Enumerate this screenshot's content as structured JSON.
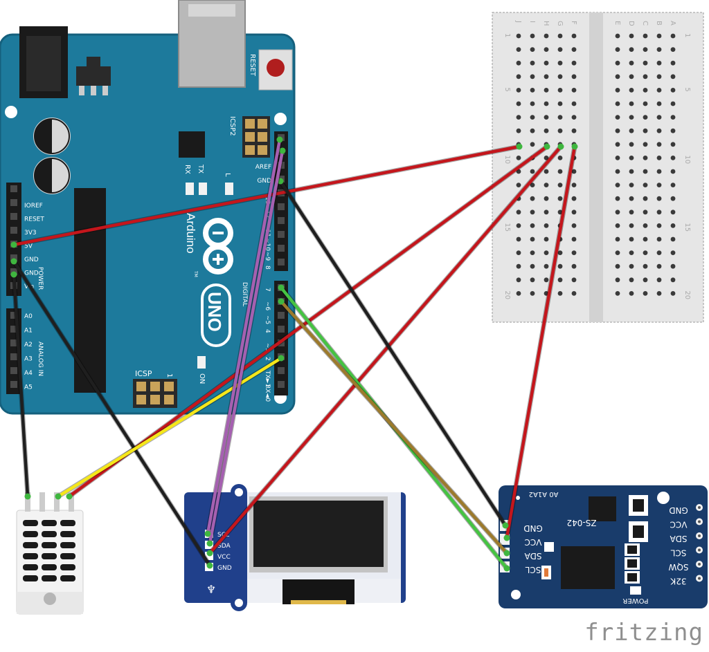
{
  "arduino": {
    "name": "UNO",
    "brand": "Arduino",
    "trademark": "TM",
    "reset_label": "RESET",
    "icsp2_label": "ICSP2",
    "icsp_label": "ICSP",
    "icsp_pin1": "1",
    "aref_label": "AREF",
    "gnd_label": "GND",
    "led_tx": "TX",
    "led_rx": "RX",
    "led_l": "L",
    "led_on": "ON",
    "power_header": [
      "IOREF",
      "RESET",
      "3V3",
      "5V",
      "GND",
      "GND",
      "Vin"
    ],
    "power_title": "POWER",
    "analog_header": [
      "A0",
      "A1",
      "A2",
      "A3",
      "A4",
      "A5"
    ],
    "analog_title": "ANALOG IN",
    "digital_title": "DIGITAL",
    "digital_top": [
      "13",
      "12",
      "~11",
      "~10",
      "~9",
      "8"
    ],
    "digital_bottom": [
      "7",
      "~6",
      "~5",
      "4",
      "~3",
      "2",
      "TX►1",
      "RX◄0"
    ]
  },
  "breadboard": {
    "cols_left": [
      "J",
      "I",
      "H",
      "G",
      "F"
    ],
    "cols_right": [
      "E",
      "D",
      "C",
      "B",
      "A"
    ],
    "row_numbers": [
      "1",
      "5",
      "10",
      "15",
      "20"
    ]
  },
  "oled": {
    "pins": [
      "SCL",
      "SDA",
      "VCC",
      "GND"
    ]
  },
  "rtc": {
    "model": "ZS-042",
    "addr_label": "A0 A1A2",
    "left_pins": [
      "GND",
      "VCC",
      "SDA",
      "SCL"
    ],
    "right_pins": [
      "GND",
      "VCC",
      "SDA",
      "SCL",
      "SQW",
      "32K"
    ],
    "power_label": "POWER"
  },
  "wires": {
    "colors": {
      "red": "#c4161c",
      "black": "#1f1f1f",
      "yellow": "#f5e71a",
      "purple": "#a560b0",
      "green": "#45c342",
      "brown": "#9c7a2c"
    }
  },
  "footer": {
    "logo": "fritzing"
  },
  "colors": {
    "board": "#1d7a9c",
    "board_dark": "#15607d",
    "oled_board": "#20408b",
    "rtc_board": "#193c6b",
    "breadboard": "#e6e6e6"
  }
}
